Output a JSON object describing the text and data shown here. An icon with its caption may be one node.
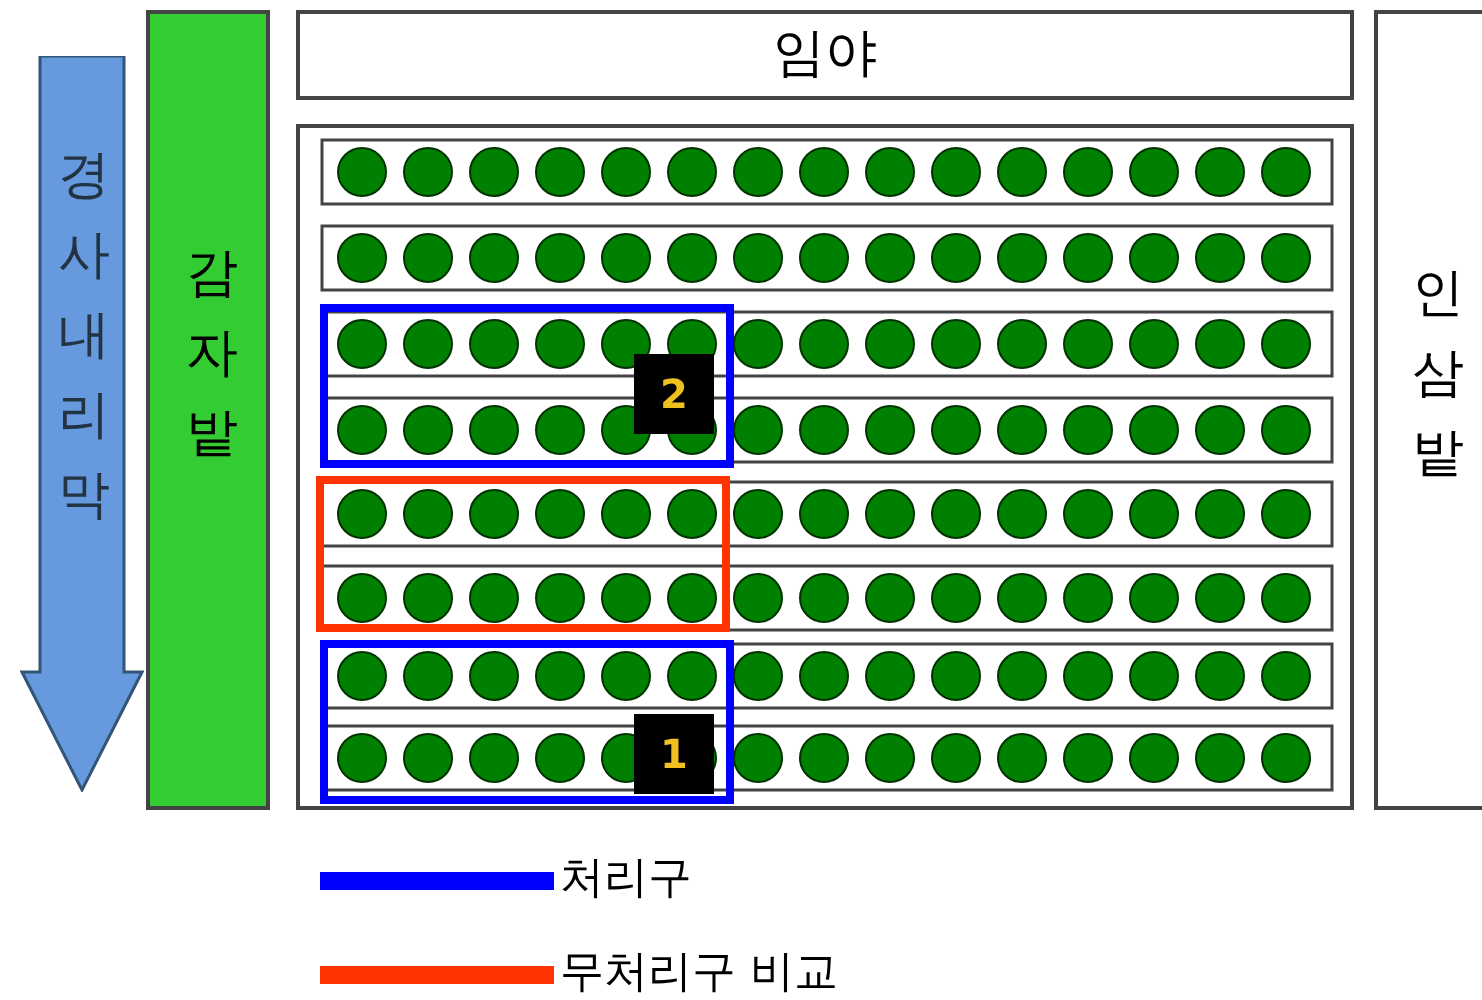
{
  "diagram": {
    "nodes": [
      {
        "text": [
          "경사내리막"
        ]
      },
      {
        "text": [
          "감자밭"
        ]
      },
      {
        "text": [
          "임야"
        ]
      },
      {
        "text": [],
        "shape": "box"
      },
      {
        "text": [],
        "shape": "box",
        "in": 3
      },
      {
        "text": [
          "2"
        ],
        "in": 4
      },
      {
        "text": [],
        "shape": "box",
        "in": 3
      },
      {
        "text": [],
        "shape": "box",
        "in": 3
      },
      {
        "text": [
          "1"
        ],
        "in": 7
      },
      {
        "text": [
          "인삼밭"
        ]
      }
    ],
    "legend": [
      {
        "text": "처리구",
        "color": "#0000ff"
      },
      {
        "text": "무처리구 비교",
        "color": "#ff3300"
      }
    ]
  }
}
